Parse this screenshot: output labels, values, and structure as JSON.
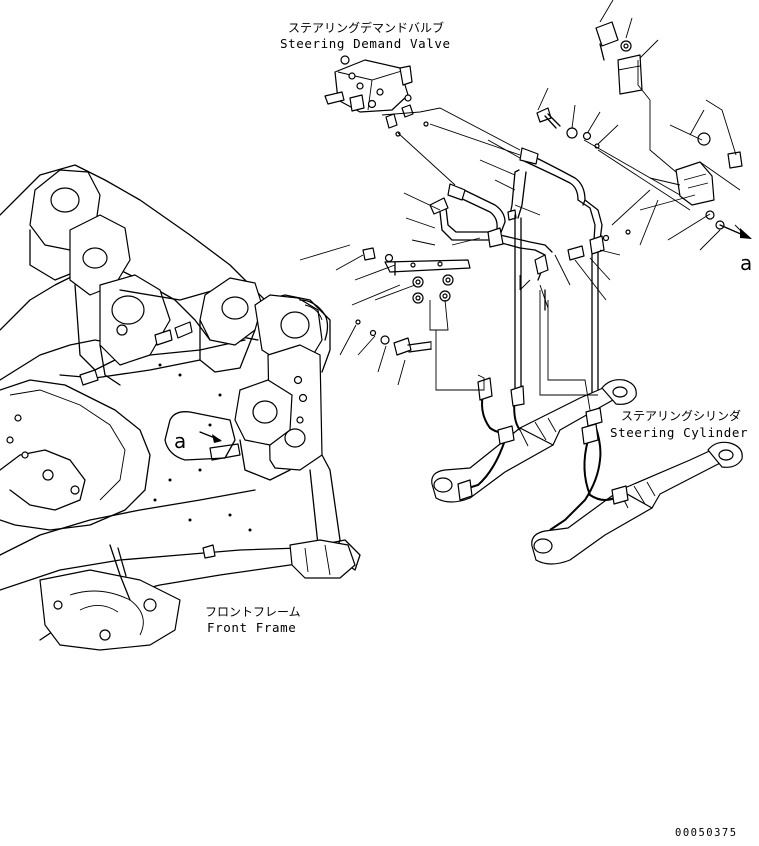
{
  "labels": {
    "steering_valve_jp": "ステアリングデマンドバルブ",
    "steering_valve_en": "Steering Demand Valve",
    "steering_cylinder_jp": "ステアリングシリンダ",
    "steering_cylinder_en": "Steering Cylinder",
    "front_frame_jp": "フロントフレーム",
    "front_frame_en": "Front Frame",
    "ref_arrow_right": "a",
    "ref_arrow_left": "a"
  },
  "drawing_number": "00050375",
  "colors": {
    "line": "#000000",
    "background": "#ffffff"
  }
}
